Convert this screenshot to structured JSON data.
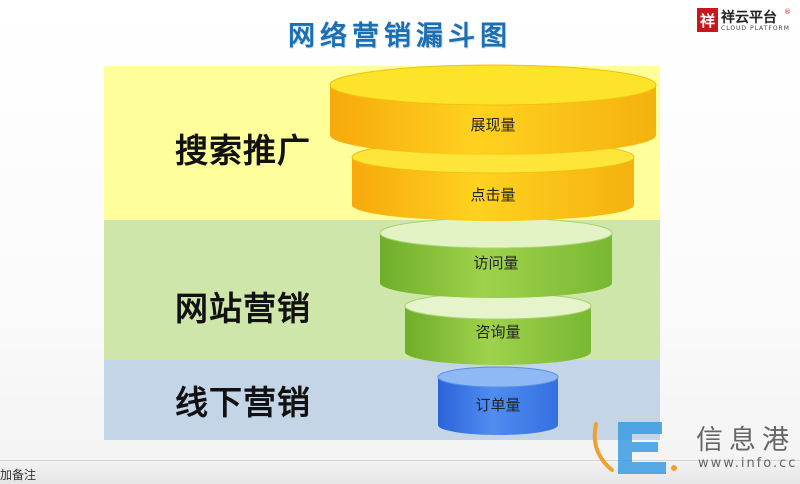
{
  "title": "网络营销漏斗图",
  "logo": {
    "mark": "祥",
    "name": "祥云平台",
    "registered": "®",
    "subtitle": "CLOUD PLATFORM"
  },
  "bands": [
    {
      "label": "搜索推广",
      "color": "#fefe9a"
    },
    {
      "label": "网站营销",
      "color": "#cfe6ab"
    },
    {
      "label": "线下营销",
      "color": "#c3d5e7"
    }
  ],
  "stages": [
    {
      "label": "展现量",
      "color": "#f7b712",
      "top_color": "#fde42a"
    },
    {
      "label": "点击量",
      "color": "#f8be15",
      "top_color": "#fde53a"
    },
    {
      "label": "访问量",
      "color": "#8cc63f",
      "top_color": "#e3f3c6"
    },
    {
      "label": "咨询量",
      "color": "#8cc63f",
      "top_color": "#e3f3c6"
    },
    {
      "label": "订单量",
      "color": "#3b79e8",
      "top_color": "#87b4f4"
    }
  ],
  "footer": {
    "text": "加备注"
  },
  "watermark": {
    "cn": "信息港",
    "url": "www.info.cc",
    "accent": "#3a9be0"
  }
}
